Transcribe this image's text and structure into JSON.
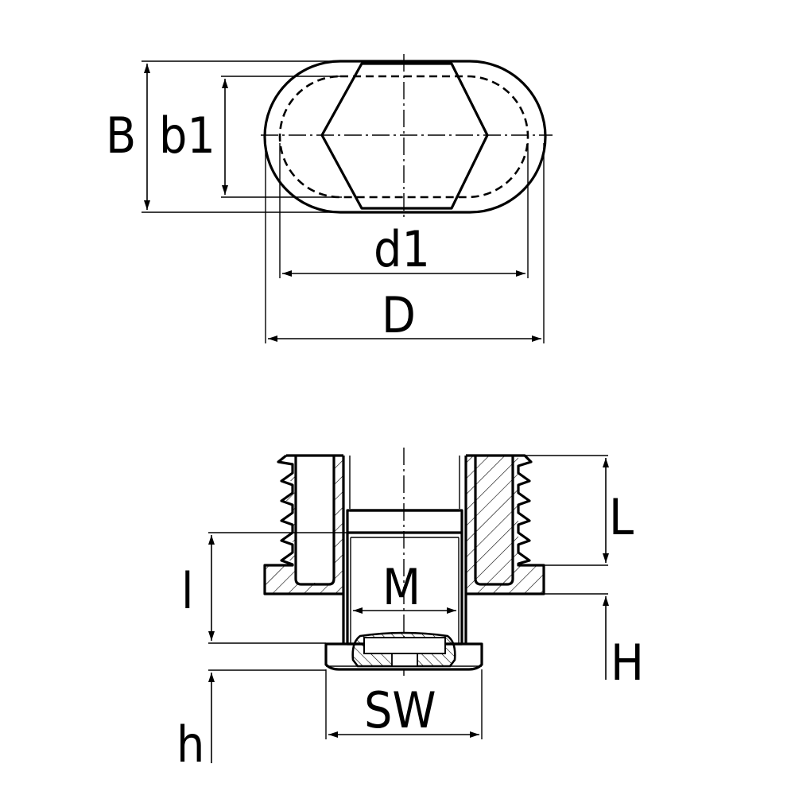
{
  "drawing": {
    "title": "Oval tube insert with threaded hex levelling foot - dimensioned drawing",
    "colors": {
      "line": "#000000",
      "background": "#ffffff"
    },
    "top_view": {
      "labels": {
        "B": "B",
        "b1": "b1",
        "d1": "d1",
        "D": "D"
      }
    },
    "section_view": {
      "labels": {
        "L": "L",
        "H": "H",
        "l": "l",
        "M": "M",
        "SW": "SW",
        "h": "h"
      }
    }
  }
}
